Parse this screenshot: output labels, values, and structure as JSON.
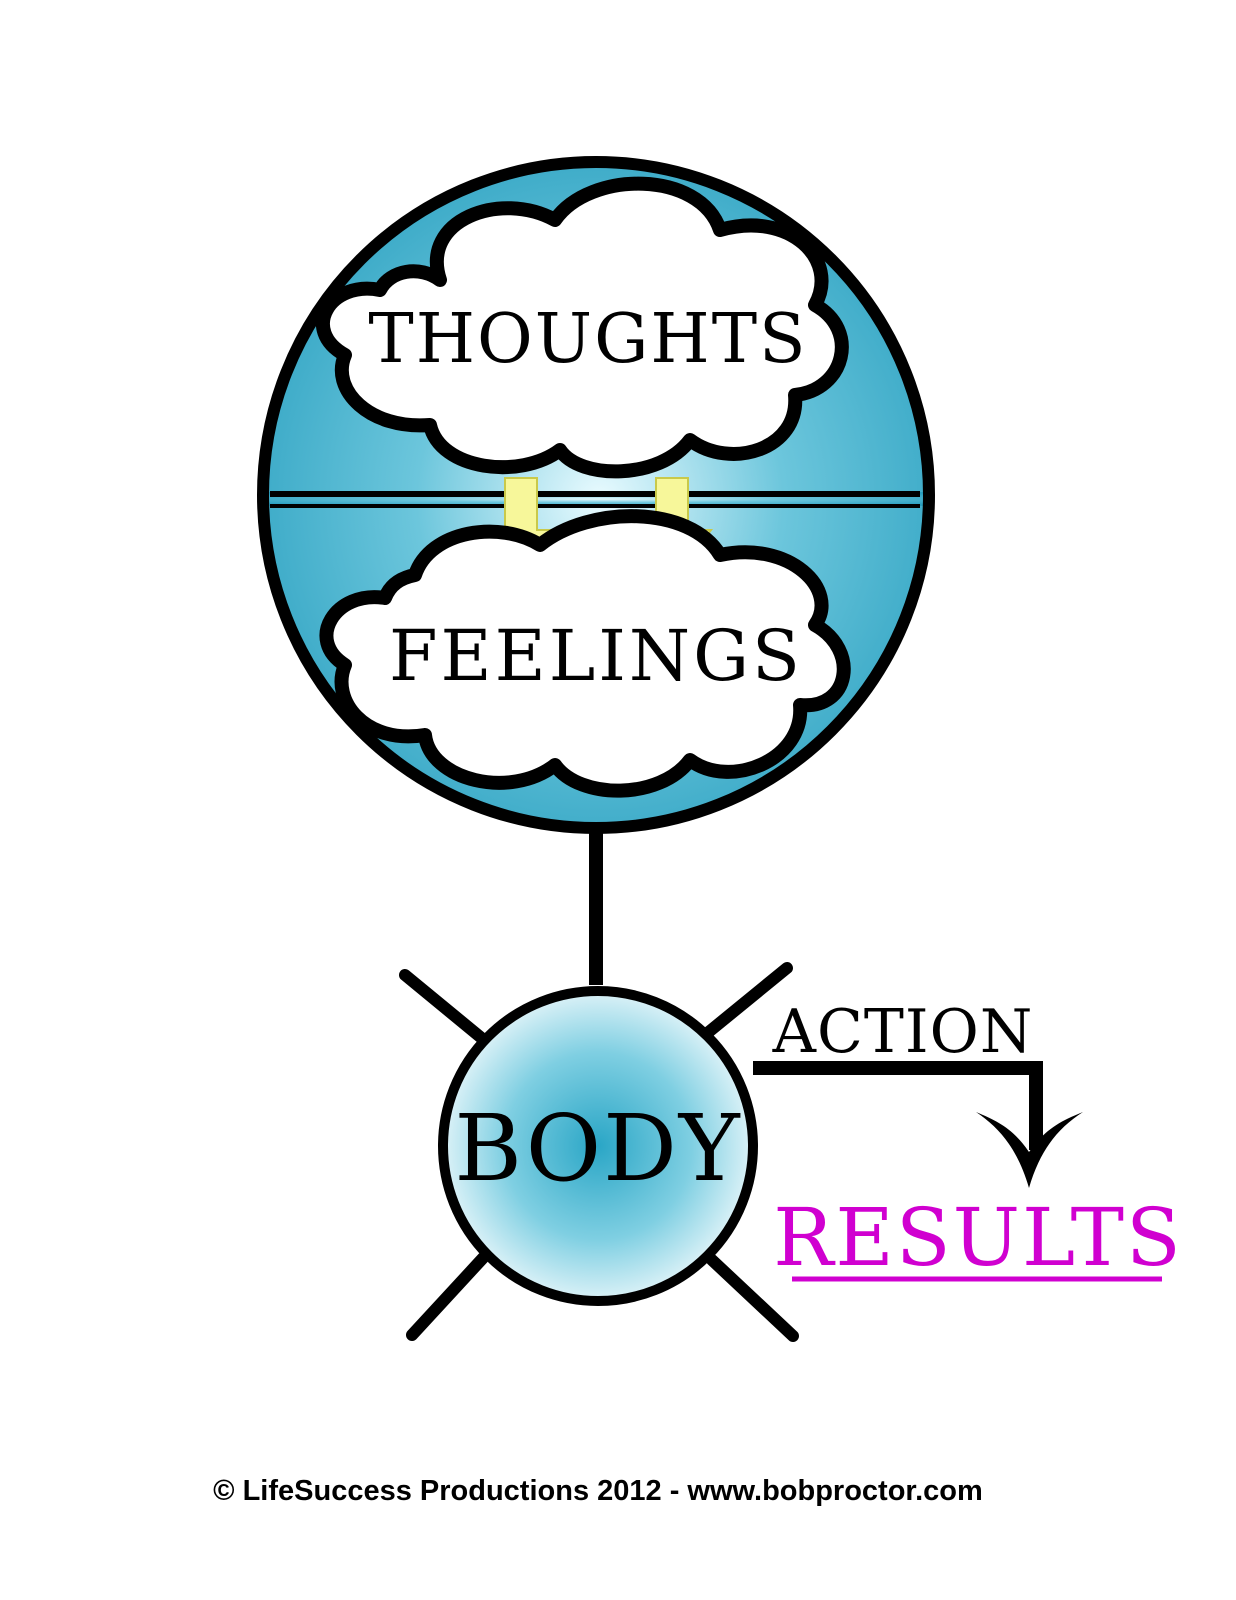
{
  "diagram": {
    "thoughts_label": "THOUGHTS",
    "feelings_label": "FEELINGS",
    "body_label": "BODY",
    "action_label": "ACTION",
    "results_label": "RESULTS",
    "footer": "© LifeSuccess Productions 2012 - www.bobproctor.com"
  },
  "colors": {
    "sphere_blue": "#3fb3cf",
    "sphere_light": "#eef9fb",
    "arrow_yellow": "#f7f79a",
    "results_magenta": "#d000d0",
    "outline": "#000000"
  }
}
